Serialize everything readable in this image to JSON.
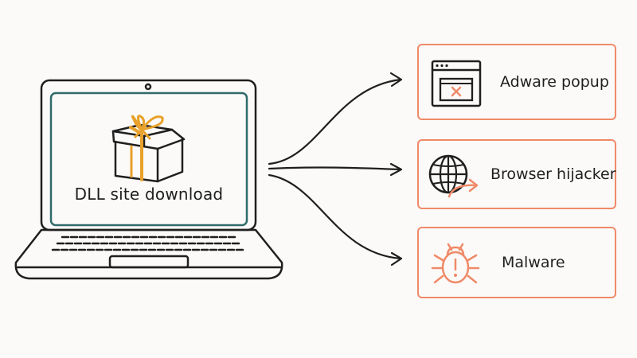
{
  "source": {
    "label": "DLL site download",
    "icon": "gift-box-icon"
  },
  "outcomes": [
    {
      "label": "Adware popup",
      "icon": "browser-window-close-icon"
    },
    {
      "label": "Browser hijacker",
      "icon": "globe-redirect-icon"
    },
    {
      "label": "Malware",
      "icon": "bug-warning-icon"
    }
  ],
  "colors": {
    "accent": "#ef8a68",
    "gift": "#e8a12a",
    "screen_border": "#2f6b6b",
    "ink": "#1f1f1f"
  }
}
